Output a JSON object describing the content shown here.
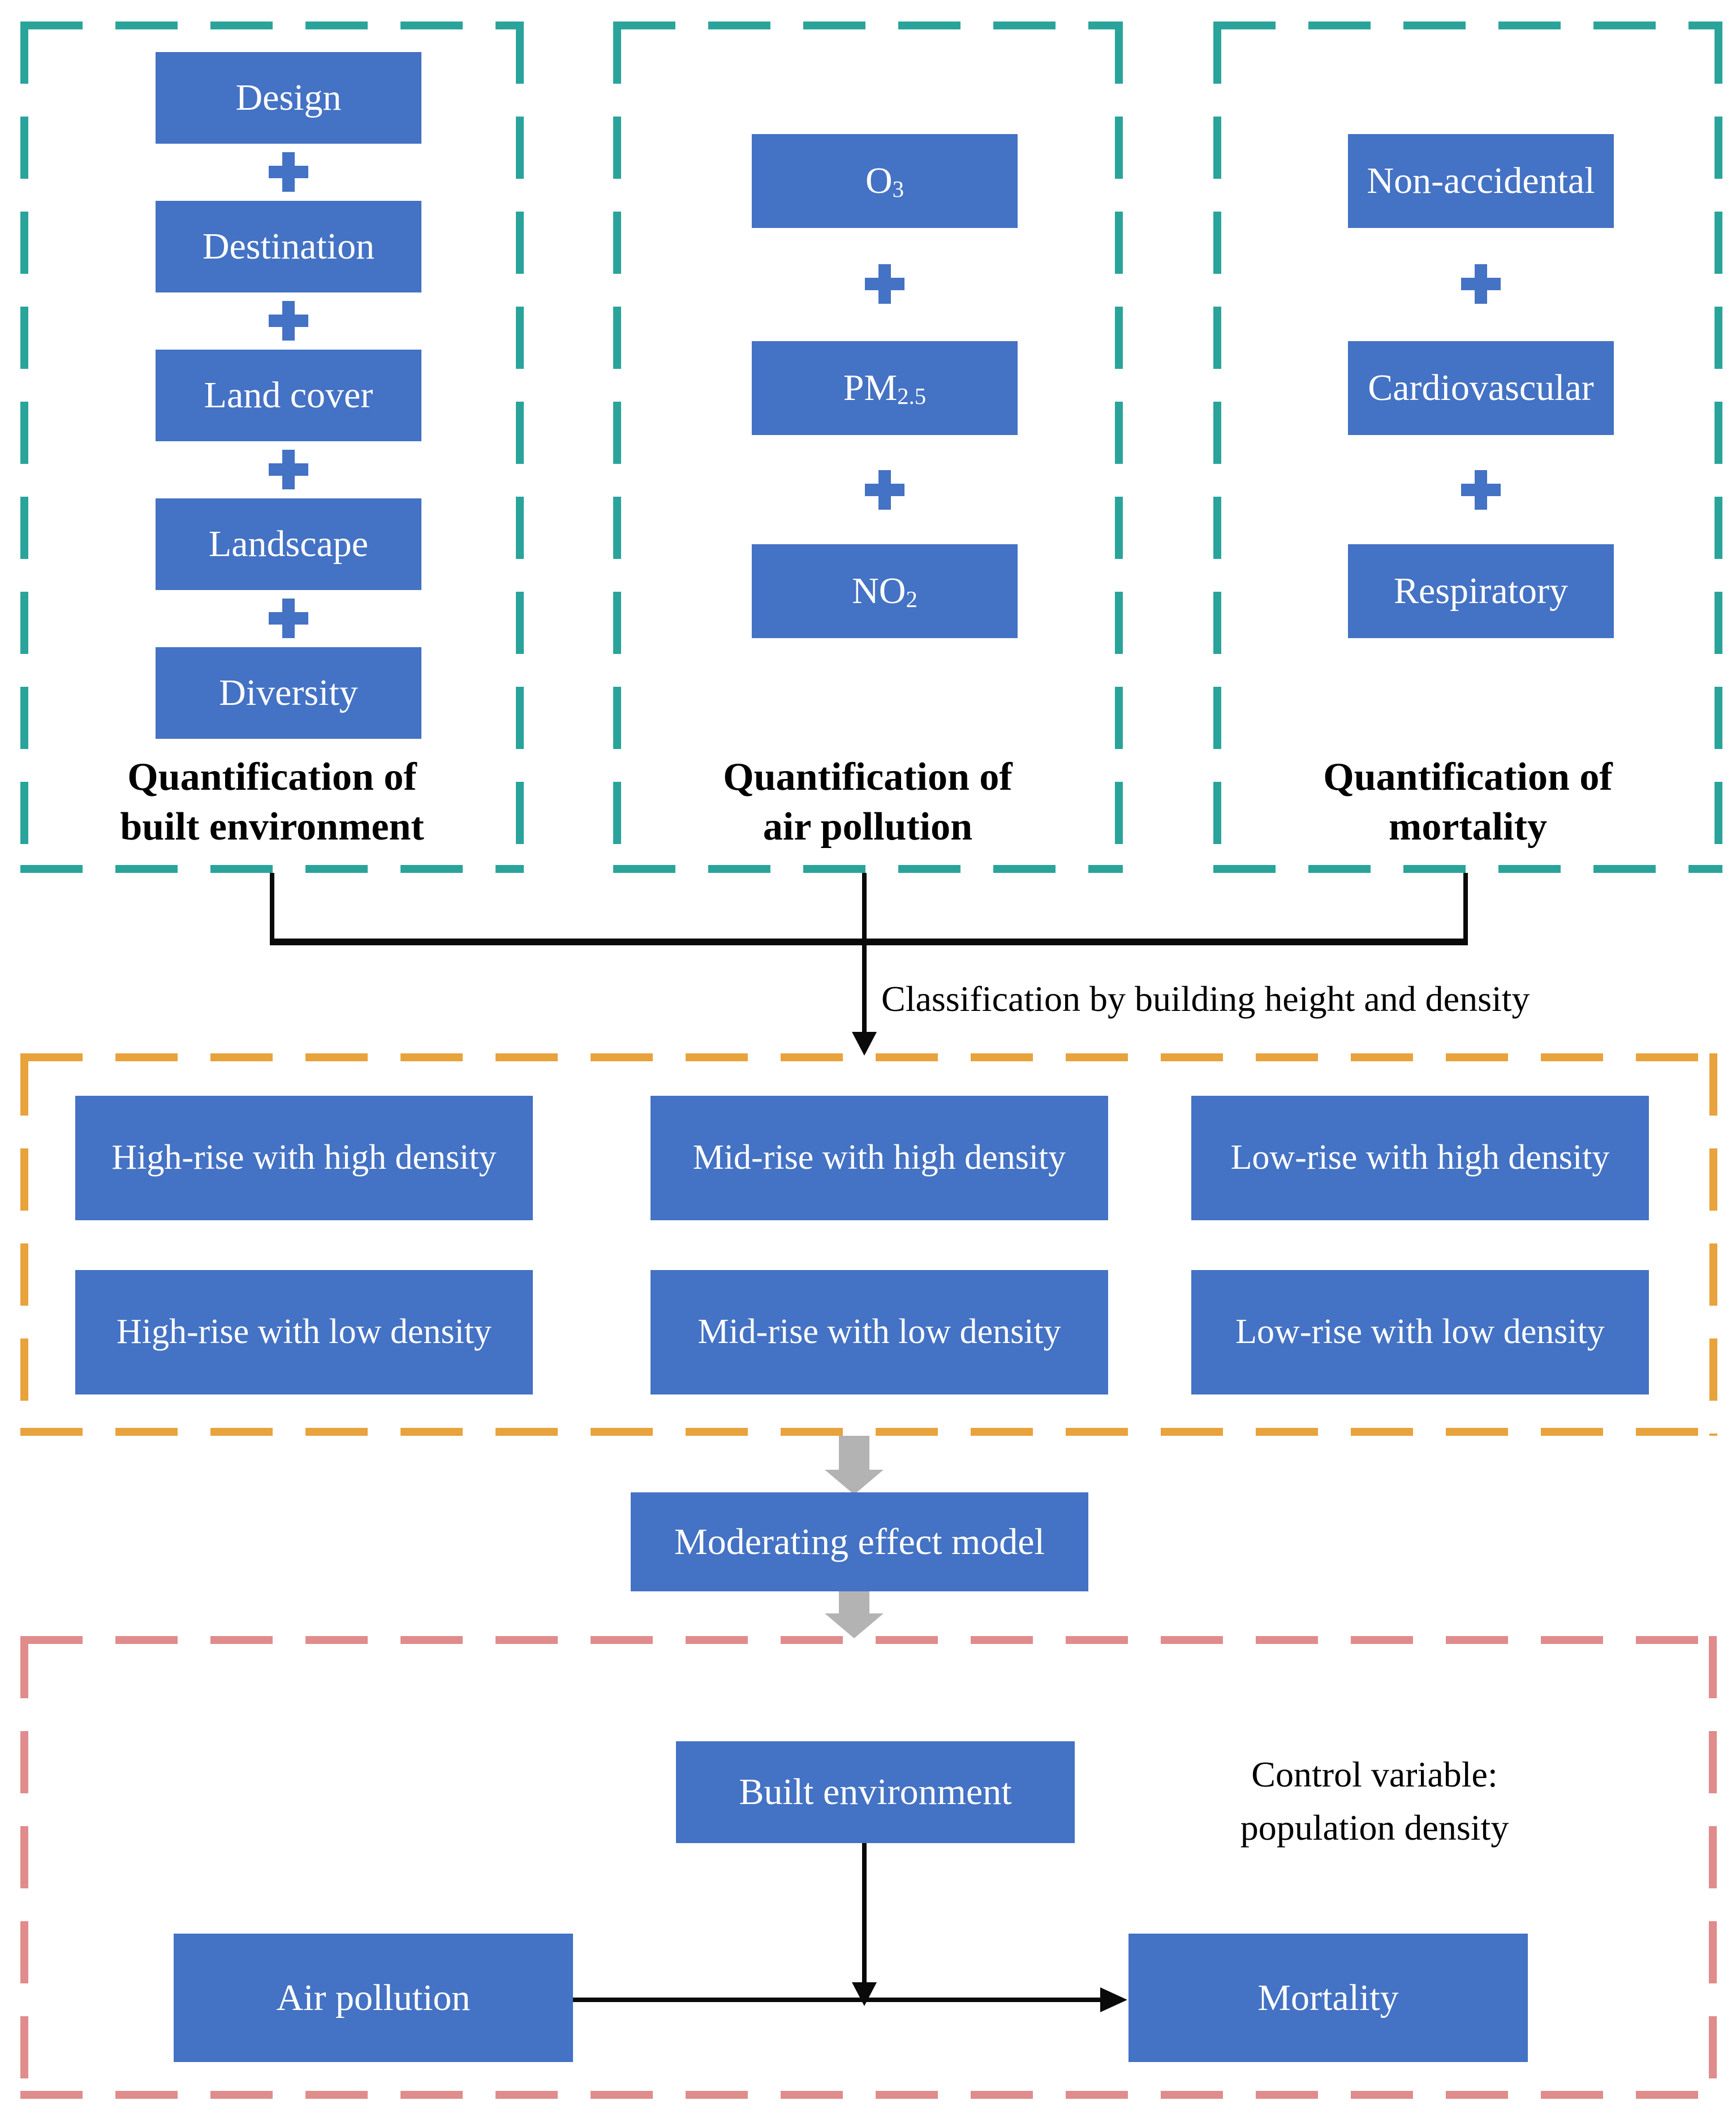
{
  "colors": {
    "box_blue": "#4472C4",
    "teal_border": "#2AA49B",
    "orange_border": "#E8A33D",
    "pink_border": "#E08C8C",
    "gray_arrow": "#B3B3B3",
    "line_black": "#0A0A0A",
    "text_white": "#FFFFFF",
    "text_black": "#000000"
  },
  "top_columns": [
    {
      "title": [
        "Quantification of",
        "built environment"
      ],
      "items": [
        "Design",
        "Destination",
        "Land cover",
        "Landscape",
        "Diversity"
      ]
    },
    {
      "title": [
        "Quantification of",
        "air pollution"
      ],
      "items": [
        {
          "main": "O",
          "sub": "3"
        },
        {
          "main": "PM",
          "sub": "2.5"
        },
        {
          "main": "NO",
          "sub": "2"
        }
      ]
    },
    {
      "title": [
        "Quantification of",
        "mortality"
      ],
      "items": [
        "Non-accidental",
        "Cardiovascular",
        "Respiratory"
      ]
    }
  ],
  "classification_label": "Classification by building height and density",
  "classification_matrix": {
    "row1": [
      "High-rise with high density",
      "Mid-rise with high density",
      "Low-rise with high density"
    ],
    "row2": [
      "High-rise with low density",
      "Mid-rise with low density",
      "Low-rise with low density"
    ]
  },
  "moderating_model_label": "Moderating effect model",
  "structural_model": {
    "built_environment": "Built environment",
    "control_variable": [
      "Control variable:",
      "population density"
    ],
    "air_pollution": "Air pollution",
    "mortality": "Mortality"
  }
}
